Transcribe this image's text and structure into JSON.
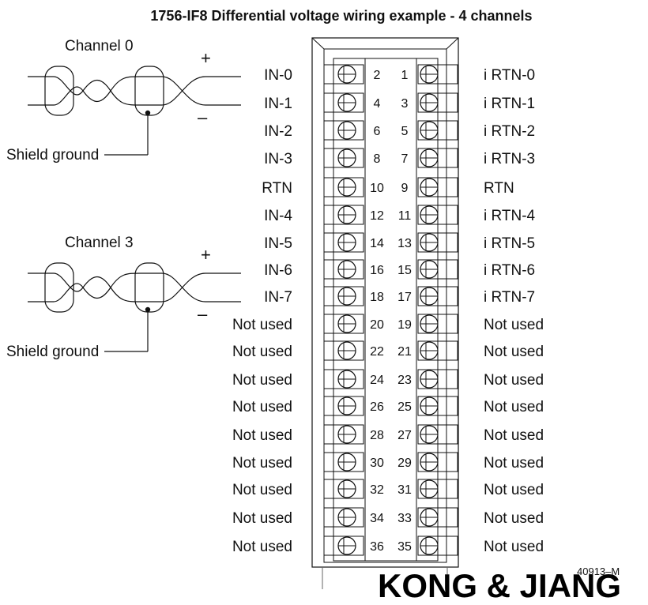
{
  "title": "1756-IF8 Differential voltage wiring example - 4 channels",
  "channels": [
    {
      "label": "Channel 0",
      "plus": "+",
      "minus": "–",
      "shield_label": "Shield ground"
    },
    {
      "label": "Channel 3",
      "plus": "+",
      "minus": "–",
      "shield_label": "Shield ground"
    }
  ],
  "terminal_rows": [
    {
      "left_label": "IN-0",
      "left_pin": "2",
      "right_pin": "1",
      "right_label": "i RTN-0"
    },
    {
      "left_label": "IN-1",
      "left_pin": "4",
      "right_pin": "3",
      "right_label": "i RTN-1"
    },
    {
      "left_label": "IN-2",
      "left_pin": "6",
      "right_pin": "5",
      "right_label": "i RTN-2"
    },
    {
      "left_label": "IN-3",
      "left_pin": "8",
      "right_pin": "7",
      "right_label": "i RTN-3"
    },
    {
      "left_label": "RTN",
      "left_pin": "10",
      "right_pin": "9",
      "right_label": "RTN"
    },
    {
      "left_label": "IN-4",
      "left_pin": "12",
      "right_pin": "11",
      "right_label": "i RTN-4"
    },
    {
      "left_label": "IN-5",
      "left_pin": "14",
      "right_pin": "13",
      "right_label": "i RTN-5"
    },
    {
      "left_label": "IN-6",
      "left_pin": "16",
      "right_pin": "15",
      "right_label": "i RTN-6"
    },
    {
      "left_label": "IN-7",
      "left_pin": "18",
      "right_pin": "17",
      "right_label": "i RTN-7"
    },
    {
      "left_label": "Not used",
      "left_pin": "20",
      "right_pin": "19",
      "right_label": "Not used"
    },
    {
      "left_label": "Not used",
      "left_pin": "22",
      "right_pin": "21",
      "right_label": "Not used"
    },
    {
      "left_label": "Not used",
      "left_pin": "24",
      "right_pin": "23",
      "right_label": "Not used"
    },
    {
      "left_label": "Not used",
      "left_pin": "26",
      "right_pin": "25",
      "right_label": "Not used"
    },
    {
      "left_label": "Not used",
      "left_pin": "28",
      "right_pin": "27",
      "right_label": "Not used"
    },
    {
      "left_label": "Not used",
      "left_pin": "30",
      "right_pin": "29",
      "right_label": "Not used"
    },
    {
      "left_label": "Not used",
      "left_pin": "32",
      "right_pin": "31",
      "right_label": "Not used"
    },
    {
      "left_label": "Not used",
      "left_pin": "34",
      "right_pin": "33",
      "right_label": "Not used"
    },
    {
      "left_label": "Not used",
      "left_pin": "36",
      "right_pin": "35",
      "right_label": "Not used"
    }
  ],
  "figure_number": "40913–M",
  "brand": "KONG & JIANG"
}
